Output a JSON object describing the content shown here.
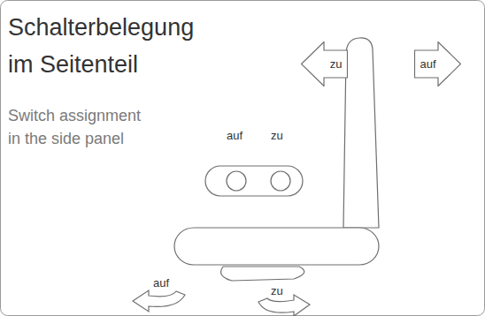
{
  "diagram": {
    "title": "Schalterbelegung im Seitenteil",
    "nodes": [
      {
        "text": [
          "zu"
        ]
      },
      {
        "text": [
          "auf"
        ]
      }
    ],
    "labels": [
      "Switch assignment in the side panel",
      "auf",
      "zu",
      "auf",
      "zu"
    ]
  }
}
